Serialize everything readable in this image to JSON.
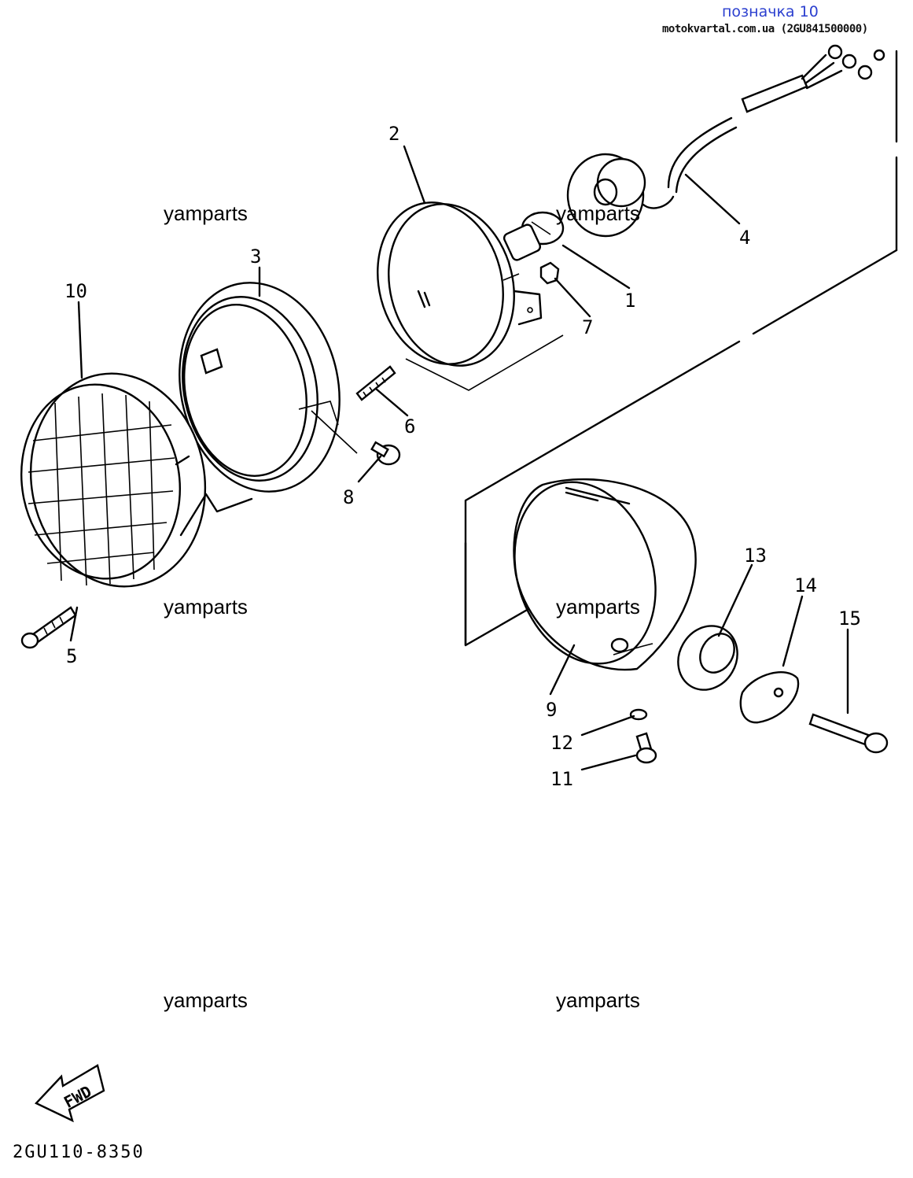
{
  "header": {
    "title": "позначка 10",
    "subtitle": "motokvartal.com.ua (2GU841500000)"
  },
  "watermarks": [
    "yamparts",
    "yamparts",
    "yamparts",
    "yamparts",
    "yamparts",
    "yamparts"
  ],
  "part_labels": {
    "p1": "1",
    "p2": "2",
    "p3": "3",
    "p4": "4",
    "p5": "5",
    "p6": "6",
    "p7": "7",
    "p8": "8",
    "p9": "9",
    "p10": "10",
    "p11": "11",
    "p12": "12",
    "p13": "13",
    "p14": "14",
    "p15": "15"
  },
  "fwd_label": "FWD",
  "figure_code": "2GU110-8350"
}
